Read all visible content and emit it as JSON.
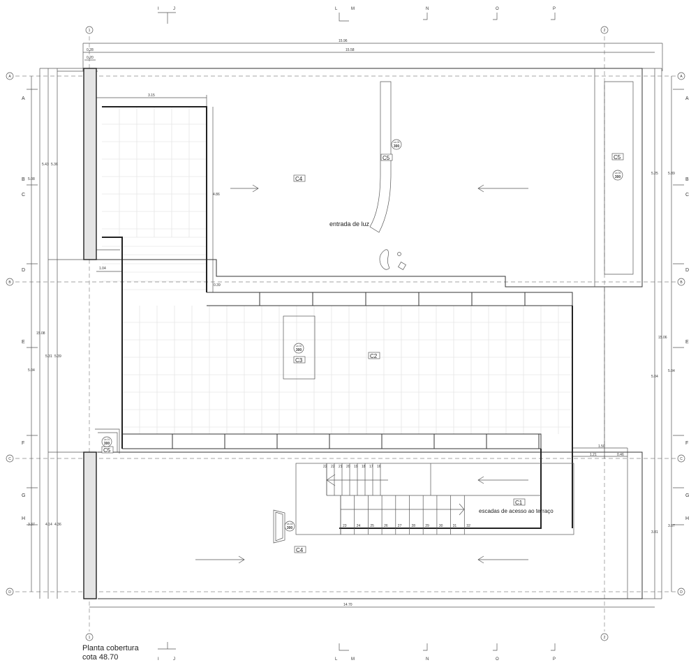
{
  "title": {
    "line1": "Planta cobertura",
    "line2": "cota 48.70"
  },
  "grid_columns": [
    "1",
    "2"
  ],
  "grid_rows": [
    "A",
    "B",
    "C",
    "D"
  ],
  "row_letters": [
    "A",
    "B",
    "C",
    "D",
    "E",
    "F",
    "G",
    "H"
  ],
  "section_marks": [
    "I",
    "J",
    "L",
    "M",
    "N",
    "O",
    "P"
  ],
  "dimensions": {
    "top_overall": "15.96",
    "top_inner": "15.58",
    "wall_outer": "0.28",
    "wall_inner": "0.20",
    "terrace_width": "3.15",
    "terrace_height": "4.86",
    "offset_1": "1.04",
    "offset_2": "0.39",
    "bottom_overall": "14.70",
    "right_150": "1.50",
    "right_121": "1.21",
    "right_046": "0.46",
    "left": [
      "5.43",
      "5.36",
      "5.08",
      "15.08",
      "5.31",
      "5.39",
      "5.04",
      "3.37",
      "4.14",
      "4.36"
    ],
    "right": [
      "5.25",
      "5.89",
      "15.06",
      "5.04",
      "5.04",
      "3.81",
      "3.87"
    ]
  },
  "zones": {
    "c4_top": "C4",
    "c5_skylight": "C5",
    "c5_right": "C5",
    "c2": "C2",
    "c3": "C3",
    "c1": "C1",
    "c4_bottom": "C4",
    "c5_left": "C5"
  },
  "annotations": {
    "skylight": "entrada de luz",
    "stairs": "escadas de acesso ao terraço"
  },
  "level_tags": [
    {
      "id": "La 03",
      "value": "300"
    },
    {
      "id": "La 04",
      "value": "300"
    },
    {
      "id": "La 02",
      "value": "300"
    },
    {
      "id": "La 01",
      "value": "300"
    },
    {
      "id": "Va 18",
      "value": "300"
    }
  ],
  "stairs": {
    "upper_steps": [
      "22",
      "22",
      "21",
      "20",
      "19",
      "18",
      "17",
      "16"
    ],
    "lower_steps": [
      "23",
      "24",
      "25",
      "26",
      "27",
      "28",
      "29",
      "30",
      "31",
      "32"
    ]
  }
}
